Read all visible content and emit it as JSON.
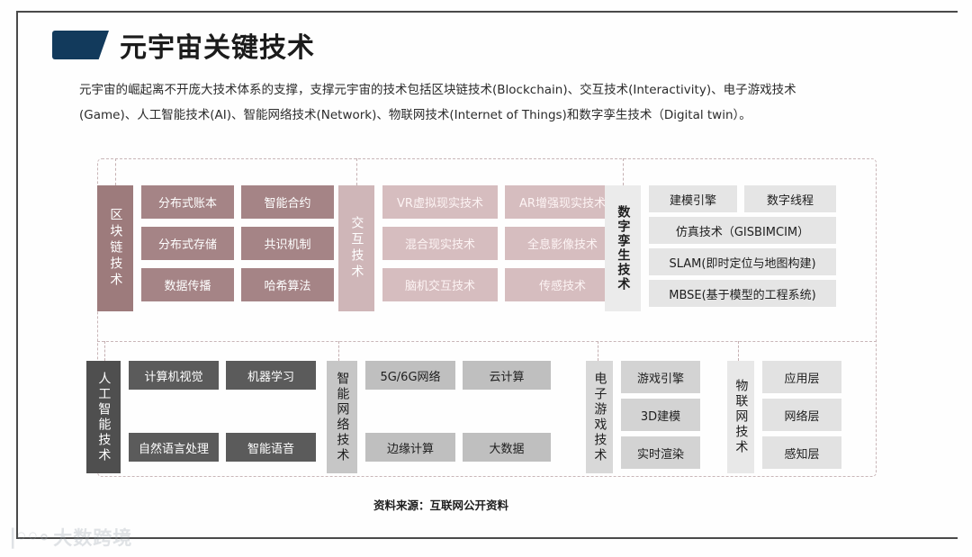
{
  "page": {
    "title": "元宇宙关键技术",
    "description": "元宇宙的崛起离不开庞大技术体系的支撑，支撑元宇宙的技术包括区块链技术(Blockchain)、交互技术(Interactivity)、电子游戏技术(Game)、人工智能技术(AI)、智能网络技术(Network)、物联网技术(Internet of Things)和数字孪生技术（Digital twin）。",
    "source": "资料来源：互联网公开资料",
    "watermark": "大数跨境",
    "accent_color": "#123a5c"
  },
  "diagram": {
    "top_row": [
      {
        "id": "blockchain",
        "category": "区块链技术",
        "theme": "t-rose",
        "cat_color": "#9d7b7c",
        "chip_color": "#a58486",
        "layout": "grid2",
        "items": [
          "分布式账本",
          "智能合约",
          "分布式存储",
          "共识机制",
          "数据传播",
          "哈希算法"
        ]
      },
      {
        "id": "interactivity",
        "category": "交互技术",
        "theme": "t-blush",
        "cat_color": "#cfb6b8",
        "chip_color": "#d6bdbf",
        "layout": "grid2",
        "items": [
          "VR虚拟现实技术",
          "AR增强现实技术",
          "混合现实技术",
          "全息影像技术",
          "脑机交互技术",
          "传感技术"
        ]
      },
      {
        "id": "digital-twin",
        "category": "数字孪生技术",
        "theme": "t-ltgray",
        "cat_color": "#ebebeb",
        "chip_color": "#e5e5e5",
        "layout": "twin",
        "items": [
          "建模引擎",
          "数字线程",
          "仿真技术（GISBIMCIM）",
          "SLAM(即时定位与地图构建)",
          "MBSE(基于模型的工程系统)"
        ]
      }
    ],
    "bottom_row": [
      {
        "id": "ai",
        "category": "人工智能技术",
        "theme": "t-dkgray",
        "cat_color": "#4f4f4f",
        "chip_color": "#5b5b5b",
        "layout": "grid2",
        "items": [
          "计算机视觉",
          "机器学习",
          "自然语言处理",
          "智能语音"
        ]
      },
      {
        "id": "network",
        "category": "智能网络技术",
        "theme": "t-mgray",
        "cat_color": "#c6c6c6",
        "chip_color": "#bfbfbf",
        "layout": "grid2",
        "items": [
          "5G/6G网络",
          "云计算",
          "边缘计算",
          "大数据"
        ]
      },
      {
        "id": "game",
        "category": "电子游戏技术",
        "theme": "t-sgray",
        "cat_color": "#d8d8d8",
        "chip_color": "#d3d3d3",
        "layout": "stack",
        "items": [
          "游戏引擎",
          "3D建模",
          "实时渲染"
        ]
      },
      {
        "id": "iot",
        "category": "物联网技术",
        "theme": "t-egray",
        "cat_color": "#e8e8e8",
        "chip_color": "#e2e2e2",
        "layout": "stack",
        "items": [
          "应用层",
          "网络层",
          "感知层"
        ]
      }
    ]
  }
}
